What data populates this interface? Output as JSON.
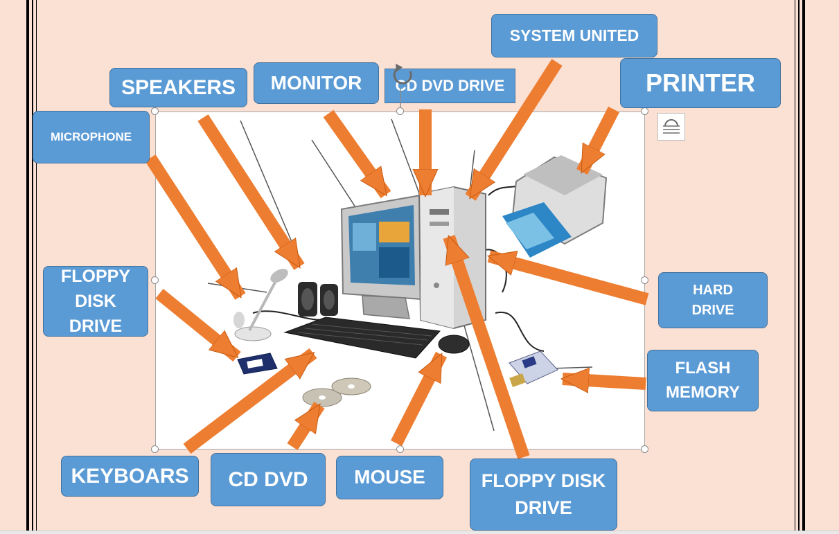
{
  "labels": {
    "system_united": "SYSTEM UNITED",
    "speakers": "SPEAKERS",
    "monitor": "MONITOR",
    "cd_dvd_drive": "CD DVD DRIVE",
    "printer": "PRINTER",
    "microphone": "MICROPHONE",
    "floppy_disk_drive_left": "FLOPPY DISK\nDRIVE",
    "hard_drive": "HARD\nDRIVE",
    "flash_memory": "FLASH\nMEMORY",
    "keyboars": "KEYBOARS",
    "cd_dvd": "CD DVD",
    "mouse": "MOUSE",
    "floppy_disk_drive_bottom": "FLOPPY DISK\nDRIVE"
  },
  "colors": {
    "page_background": "#fbe0d4",
    "label_fill": "#5b9bd5",
    "label_border": "#41719c",
    "arrow_fill": "#ed7d31"
  },
  "icons": {
    "rotate_handle": "rotate-icon",
    "layout_options": "layout-options-icon"
  }
}
